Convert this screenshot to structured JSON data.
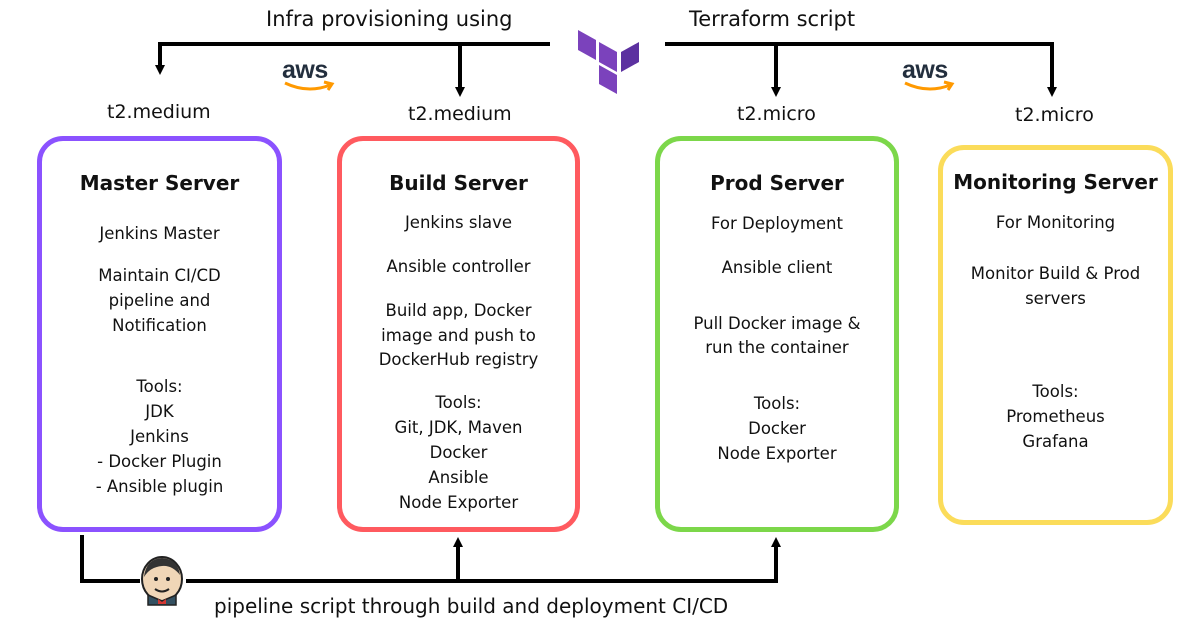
{
  "header": {
    "left_label": "Infra provisioning using",
    "right_label": "Terraform script",
    "terraform_logo_icon": "terraform-logo",
    "aws_logo_text": "aws"
  },
  "colors": {
    "master": "#8b52ff",
    "build": "#ff5a5f",
    "prod": "#7cd74a",
    "monitoring": "#fbdc5a",
    "terraform": "#7b42bc",
    "aws_smile": "#ff9900"
  },
  "servers": [
    {
      "instance": "t2.medium",
      "title": "Master Server",
      "lines": [
        "Jenkins Master",
        "Maintain CI/CD",
        "pipeline and",
        "Notification",
        "Tools:",
        "JDK",
        "Jenkins",
        "- Docker Plugin",
        "- Ansible plugin"
      ]
    },
    {
      "instance": "t2.medium",
      "title": "Build Server",
      "lines": [
        "Jenkins slave",
        "Ansible controller",
        "Build  app, Docker",
        "image and push to",
        "DockerHub registry",
        "Tools:",
        "Git, JDK, Maven",
        "Docker",
        "Ansible",
        "Node Exporter"
      ]
    },
    {
      "instance": "t2.micro",
      "title": "Prod Server",
      "lines": [
        "For Deployment",
        "Ansible client",
        "Pull Docker image &",
        "run the container",
        "Tools:",
        "Docker",
        "Node Exporter"
      ]
    },
    {
      "instance": "t2.micro",
      "title": "Monitoring  Server",
      "lines": [
        "For Monitoring",
        "Monitor Build & Prod",
        "servers",
        "Tools:",
        "Prometheus",
        "Grafana"
      ]
    }
  ],
  "footer": {
    "label": "pipeline script through build and deployment CI/CD",
    "jenkins_icon": "jenkins-logo"
  }
}
